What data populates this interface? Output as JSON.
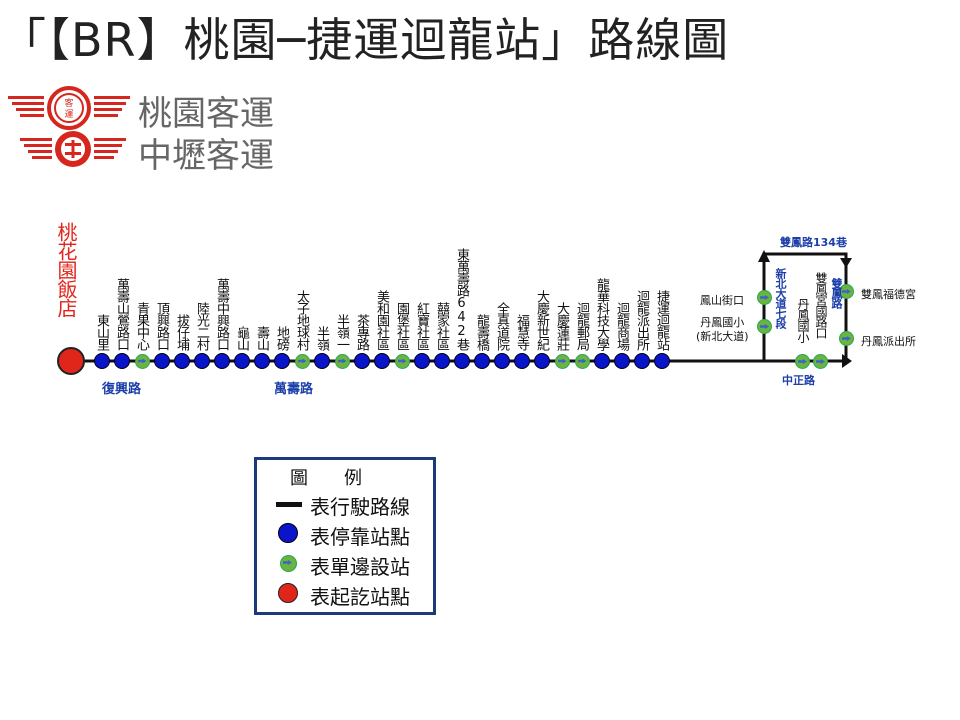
{
  "title": "「【BR】桃園─捷運迴龍站」路線圖",
  "logos": {
    "line1": "桃園客運",
    "line2": "中壢客運"
  },
  "origin": {
    "label": "桃花園飯店"
  },
  "stations": [
    {
      "label": "東山里",
      "type": "stop"
    },
    {
      "label": "萬壽山鶯路口",
      "type": "stop"
    },
    {
      "label": "青果中心",
      "type": "single"
    },
    {
      "label": "頂興路口",
      "type": "stop"
    },
    {
      "label": "拔仔埔",
      "type": "stop"
    },
    {
      "label": "陸光二村",
      "type": "stop"
    },
    {
      "label": "萬壽中興路口",
      "type": "stop"
    },
    {
      "label": "龜山",
      "type": "stop"
    },
    {
      "label": "壽山",
      "type": "stop"
    },
    {
      "label": "地磅",
      "type": "stop"
    },
    {
      "label": "太子地球村",
      "type": "single"
    },
    {
      "label": "半嶺",
      "type": "stop"
    },
    {
      "label": "半嶺一",
      "type": "single"
    },
    {
      "label": "茶專路",
      "type": "stop"
    },
    {
      "label": "美和園社區",
      "type": "stop"
    },
    {
      "label": "園堡社區",
      "type": "single"
    },
    {
      "label": "紅寶社區",
      "type": "stop"
    },
    {
      "label": "囍家社區",
      "type": "stop"
    },
    {
      "label": "東萬壽路642巷",
      "type": "stop"
    },
    {
      "label": "龍壽橋",
      "type": "stop"
    },
    {
      "label": "全真道院",
      "type": "stop"
    },
    {
      "label": "福慧寺",
      "type": "stop"
    },
    {
      "label": "大慶新世紀",
      "type": "stop"
    },
    {
      "label": "大慶蓮莊",
      "type": "single"
    },
    {
      "label": "迴龍郵局",
      "type": "single"
    },
    {
      "label": "龍華科技大學",
      "type": "stop"
    },
    {
      "label": "迴龍商場",
      "type": "stop"
    },
    {
      "label": "迴龍派出所",
      "type": "stop"
    },
    {
      "label": "捷運迴龍站",
      "type": "stop"
    }
  ],
  "loop": {
    "left_stops": [
      "鳳山街口",
      "丹鳳國小\n(新北大道)"
    ],
    "bottom_stops": [
      "丹鳳國小",
      "雙鳳宮國路口"
    ],
    "right_stops": [
      "雙鳳福德宮",
      "丹鳳派出所"
    ],
    "roads": {
      "top": "雙鳳路134巷",
      "left": "新北大道七段",
      "right": "雙鳳路",
      "bottom": "中正路"
    }
  },
  "roads": {
    "r1": "復興路",
    "r2": "萬壽路"
  },
  "legend": {
    "title": "圖　　例",
    "line": "表行駛路線",
    "stop": "表停靠站點",
    "single": "表單邊設站",
    "terminal": "表起訖站點"
  },
  "colors": {
    "route": "#111111",
    "stop": "#0a14c8",
    "single": "#6db33f",
    "terminal": "#e0251b",
    "road": "#1d3faa"
  }
}
